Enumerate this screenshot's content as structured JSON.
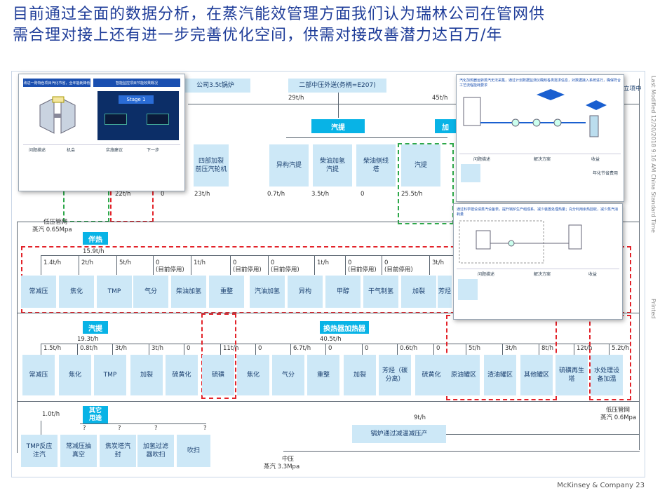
{
  "title": {
    "line1": "目前通过全面的数据分析，在蒸汽能效管理方面我们认为瑞林公司在管网供",
    "line2": "需合理对接上还有进一步完善优化空间，供需对接改善潜力达百万/年"
  },
  "top_sources": {
    "left": "公司3.5t锅炉",
    "middle": "二部中压外送(务柄=E207)",
    "right_tag": "立项中"
  },
  "top_flows": {
    "mid": "29t/h",
    "right": "45t/h"
  },
  "headers": {
    "steam": "汽提",
    "steam_right": "加",
    "tracing": "伴热",
    "stripping": "汽提",
    "heating": "换热器加热器",
    "other": "其它\n用途"
  },
  "stripping_boxes": [
    "四部加裂\n前压汽轮机",
    "异构汽提",
    "柴油加氢\n汽提",
    "柴油侧线\n塔",
    "汽提"
  ],
  "stripping_flows": [
    "22t/h",
    "0",
    "23t/h",
    "0.7t/h",
    "3.5t/h",
    "0",
    "25.5t/h"
  ],
  "low_pressure": {
    "label1": "低压管网",
    "label2": "蒸汽 0.65Mpa"
  },
  "tracing_total": "15.9t/h",
  "tracing_flows": [
    "1.4t/h",
    "2t/h",
    "5t/h",
    "0\n(目前停用)",
    "1t/h",
    "0\n(目前停用)",
    "0\n(目前停用)",
    "1t/h",
    "0\n(目前停用)",
    "0\n(目前停用)",
    "3t/h"
  ],
  "tracing_boxes": [
    "常减压",
    "焦化",
    "TMP",
    "气分",
    "柴油加氢",
    "重整",
    "汽油加氢",
    "异构",
    "甲醇",
    "干气制氢",
    "加裂",
    "芳烃"
  ],
  "strip2_total": "19.3t/h",
  "heat_total": "40.5t/h",
  "mid_flows": [
    "1.5t/h",
    "0.8t/h",
    "3t/h",
    "3t/h",
    "0",
    "11t/h",
    "0",
    "6.7t/h",
    "0",
    "0",
    "0.6t/h",
    "0",
    "5t/h",
    "3t/h",
    "8t/h",
    "12t/h",
    "5.2t/h"
  ],
  "mid_boxes": [
    "常减压",
    "焦化",
    "TMP",
    "加裂",
    "硫黄化",
    "硫磺",
    "焦化",
    "气分",
    "重整",
    "加裂",
    "芳烃（碳\n分离）",
    "硫黄化",
    "原油罐区",
    "渣油罐区",
    "其他罐区",
    "硫磺再生\n塔",
    "水处理设\n备加温"
  ],
  "low_pressure2": {
    "label1": "低压管网",
    "label2": "蒸汽 0.6Mpa"
  },
  "other_flow": "1.0t/h",
  "other_q": [
    "?",
    "?",
    "?",
    "?"
  ],
  "other_boxes": [
    "TMP反应\n注汽",
    "常减压抽\n真空",
    "焦炭塔汽\n封",
    "加氢过滤\n器吹扫",
    "吹扫"
  ],
  "reduce_box": "锅炉通过减温减压产",
  "reduce_flow": "9t/h",
  "medium_pressure": {
    "label1": "中压",
    "label2": "蒸汽 3.3Mpa"
  },
  "popup_left": {
    "h1": "改进一则特色项目汽化节省，全年能耗降低",
    "h2": "智能监控项目节能效果概况",
    "stage": "Stage 1",
    "cols": [
      "问题描述",
      "机会",
      "实施建议",
      "下一步"
    ]
  },
  "popup_right_top": {
    "header": "汽化加热器运转蒸汽无法采集，通过计划数据监测仪确知各类需求信息，对数据接入系统进行，确保符合工艺流程能耗要求",
    "cols": [
      "问题描述",
      "解决方案",
      "收益"
    ],
    "note": "年化节省费用"
  },
  "popup_right_bottom": {
    "header": "通过科学建设请蒸汽设备表，提升锅炉生产组成系，减少装置处理热量；充分利用余热回收，减少蒸汽消耗量",
    "cols": [
      "问题描述",
      "解决方案",
      "收益"
    ]
  },
  "side_text": "Last Modified 12/20/2018 9:16 AM China Standard Time",
  "printed": "Printed",
  "footer": "McKinsey & Company   23"
}
